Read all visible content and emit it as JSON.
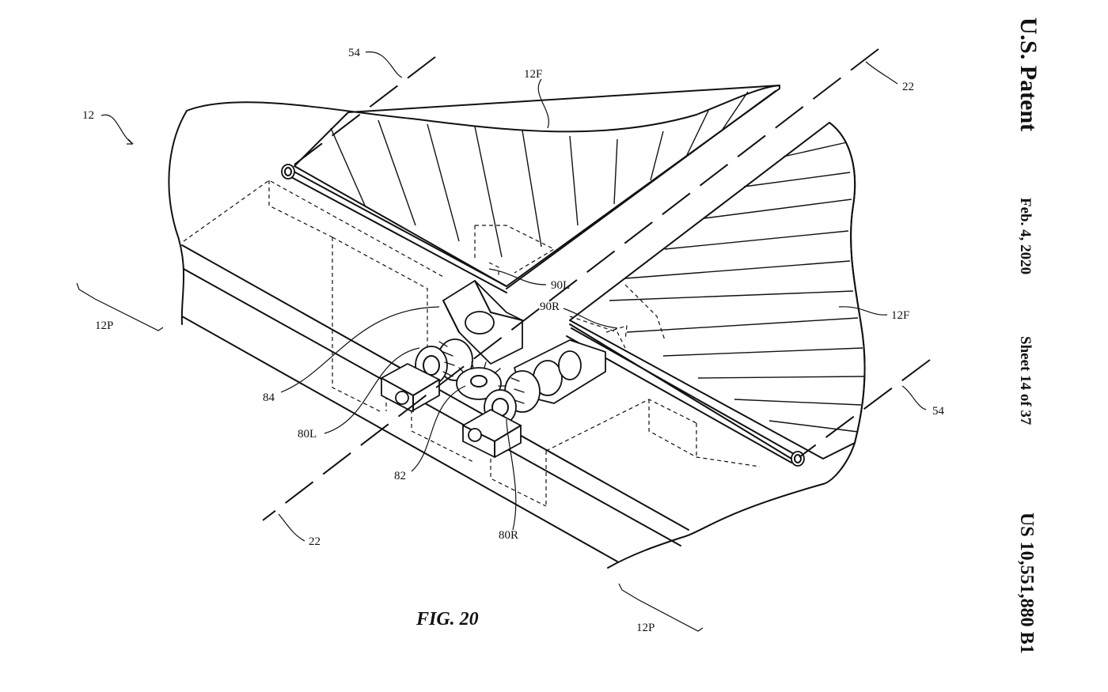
{
  "header": {
    "title": "U.S. Patent",
    "date": "Feb. 4, 2020",
    "sheet": "Sheet 14 of 37",
    "patent_number": "US 10,551,880 B1"
  },
  "figure": {
    "caption": "FIG. 20",
    "labels": {
      "device": "12",
      "axis_top": "54",
      "flap_top": "12F",
      "hinge_axis_top": "22",
      "panel_left": "12P",
      "flap_right": "12F",
      "axis_right": "54",
      "pin_left": "90L",
      "pin_right": "90R",
      "gear_assembly": "84",
      "gear_left": "80L",
      "center_gear": "82",
      "gear_right": "80R",
      "hinge_axis_bottom": "22",
      "panel_bottom": "12P"
    }
  }
}
